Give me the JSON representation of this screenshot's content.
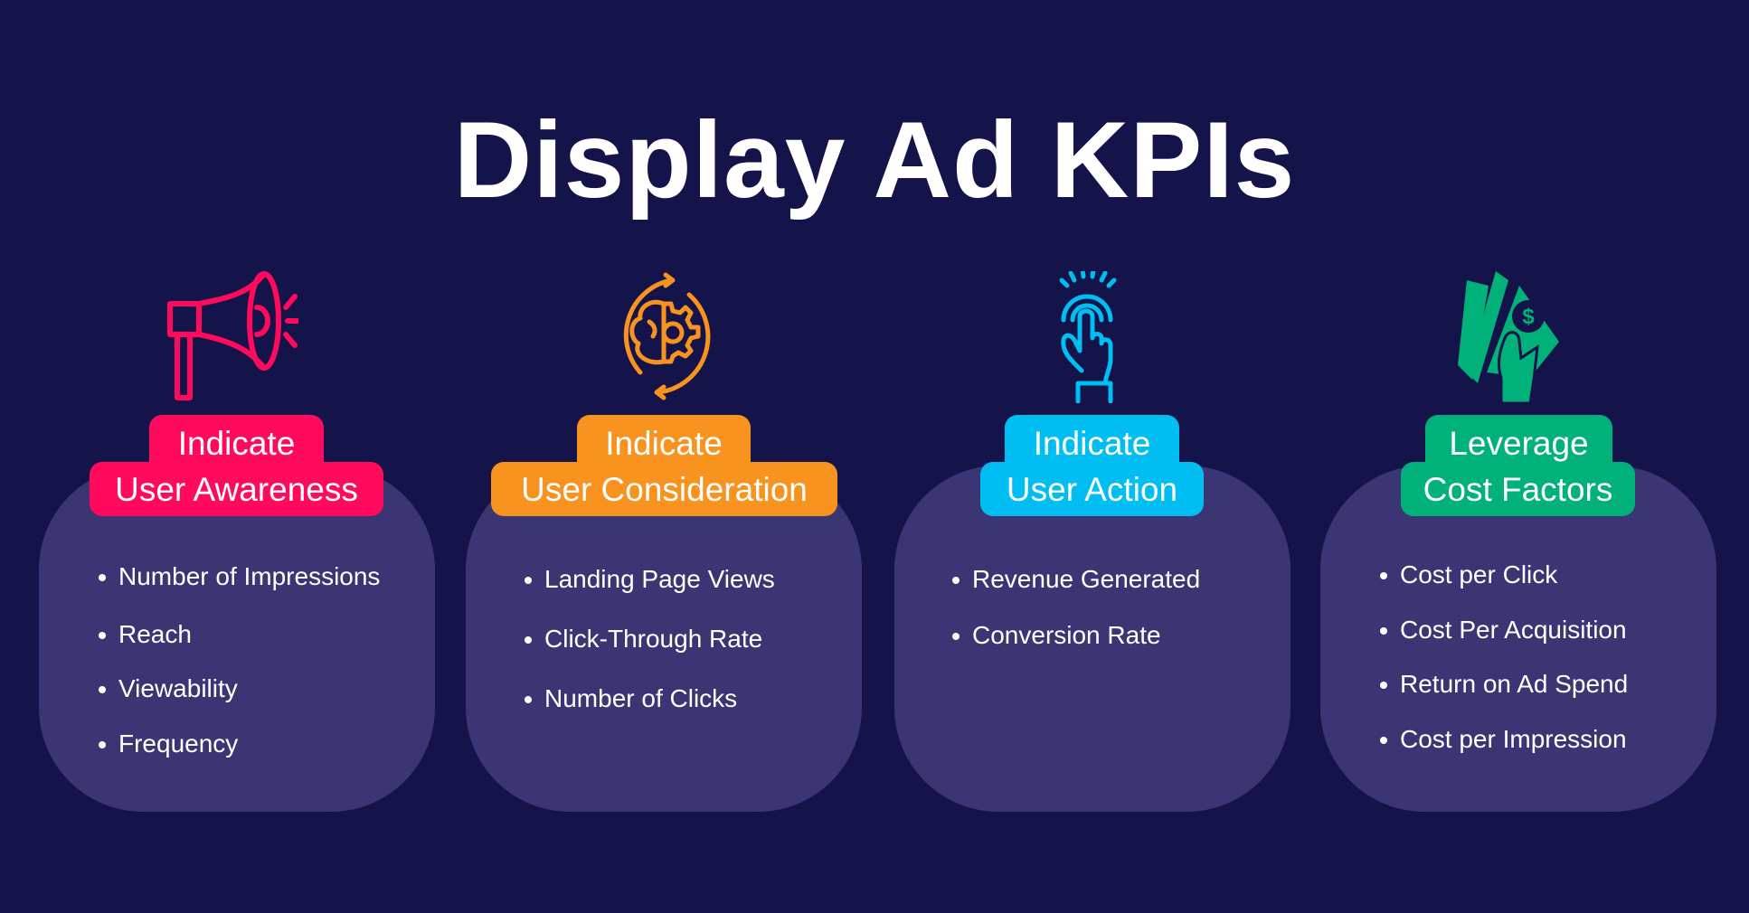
{
  "title": "Display Ad KPIs",
  "colors": {
    "background": "#14134a",
    "card": "#3b3573",
    "pink": "#ff0a5c",
    "orange": "#f7931e",
    "cyan": "#00bdf2",
    "green": "#00b27a"
  },
  "columns": [
    {
      "icon": "megaphone-icon",
      "label_line1": "Indicate",
      "label_line2": "User Awareness",
      "items": [
        "Number of Impressions",
        "Reach",
        "Viewability",
        "Frequency"
      ]
    },
    {
      "icon": "brain-gear-cycle-icon",
      "label_line1": "Indicate",
      "label_line2": "User Consideration",
      "items": [
        "Landing Page Views",
        "Click-Through Rate",
        "Number of Clicks"
      ]
    },
    {
      "icon": "hand-tap-icon",
      "label_line1": "Indicate",
      "label_line2": "User Action",
      "items": [
        "Revenue Generated",
        "Conversion Rate"
      ]
    },
    {
      "icon": "money-hand-icon",
      "label_line1": "Leverage",
      "label_line2": "Cost Factors",
      "items": [
        "Cost per Click",
        "Cost Per Acquisition",
        "Return on Ad Spend",
        "Cost per Impression"
      ]
    }
  ]
}
